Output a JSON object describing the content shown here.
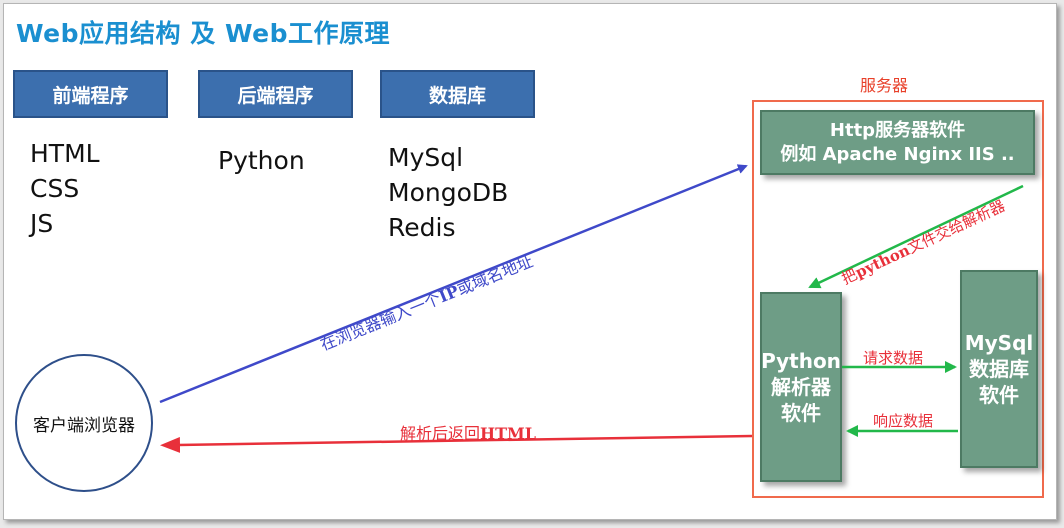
{
  "title": "Web应用结构 及 Web工作原理",
  "sections": [
    {
      "heading": "前端程序",
      "items": [
        "HTML",
        "CSS",
        "JS"
      ]
    },
    {
      "heading": "后端程序",
      "items": [
        "Python"
      ]
    },
    {
      "heading": "数据库",
      "items": [
        "MySql",
        "MongoDB",
        "Redis"
      ]
    }
  ],
  "server": {
    "label": "服务器",
    "http_box": {
      "line1": "Http服务器软件",
      "line2": "例如 Apache Nginx IIS .."
    },
    "python_box": {
      "line1": "Python",
      "line2": "解析器",
      "line3": "软件"
    },
    "db_box": {
      "line1": "MySql",
      "line2": "数据库",
      "line3": "软件"
    }
  },
  "client": {
    "label": "客户端浏览器"
  },
  "arrows": {
    "request": {
      "prefix": "在浏览器输入一个",
      "highlight": "IP",
      "suffix": "或域名地址"
    },
    "handoff": {
      "prefix": "把",
      "highlight": "python",
      "suffix": "文件交给解析器"
    },
    "query": "请求数据",
    "reply": "响应数据",
    "response": {
      "prefix": "解析后返回",
      "highlight": "HTML"
    }
  },
  "colors": {
    "title": "#1a8fd0",
    "header_box": "#3c6fae",
    "server_frame": "#f06a4c",
    "server_box": "#6e9d86",
    "arrow_request": "#3f49c9",
    "arrow_handoff": "#22b84a",
    "arrow_response": "#e8303a"
  }
}
